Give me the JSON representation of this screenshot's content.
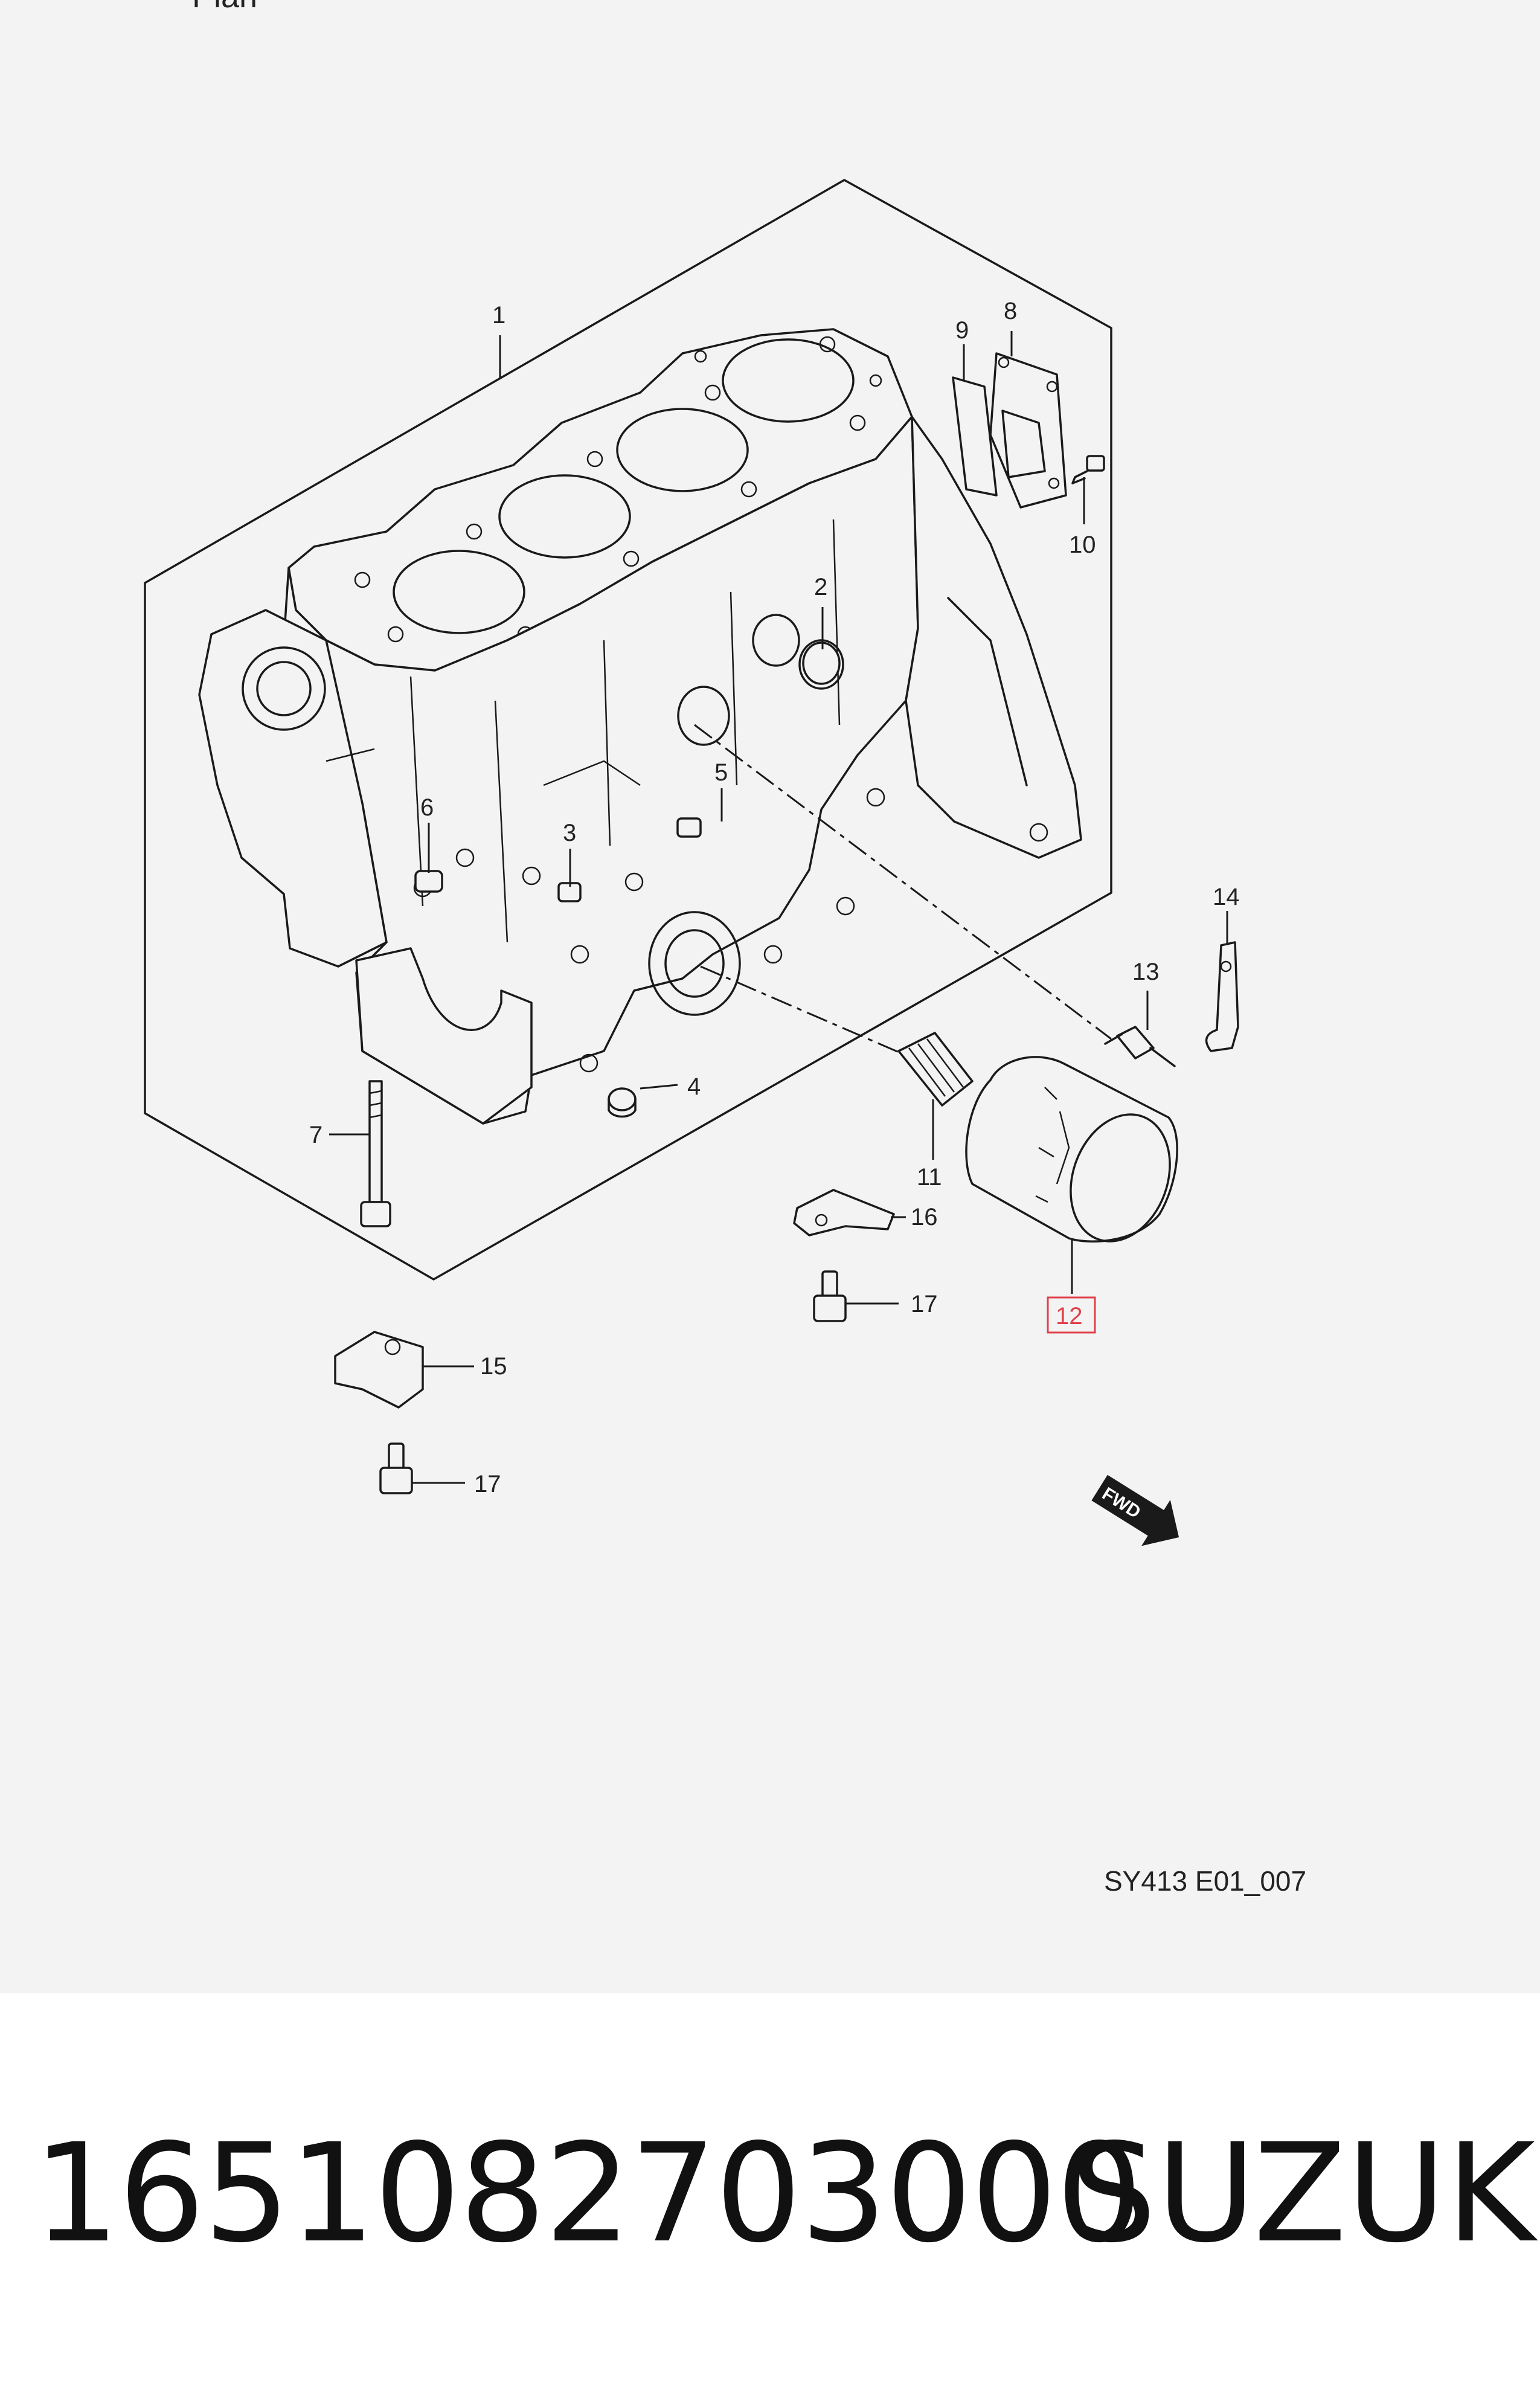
{
  "header": {
    "partial_title": "Plan"
  },
  "callouts": {
    "c1": "1",
    "c2": "2",
    "c3": "3",
    "c4": "4",
    "c5": "5",
    "c6": "6",
    "c7": "7",
    "c8": "8",
    "c9": "9",
    "c10": "10",
    "c11": "11",
    "c12": "12",
    "c13": "13",
    "c14": "14",
    "c15": "15",
    "c16": "16",
    "c17a": "17",
    "c17b": "17"
  },
  "highlight": {
    "callout": "12",
    "color": "#e0404a"
  },
  "fwd_label": "FWD",
  "drawing_code": "SY413 E01_007",
  "footer": {
    "part_number": "1651082703000",
    "brand": "SUZUKI"
  }
}
